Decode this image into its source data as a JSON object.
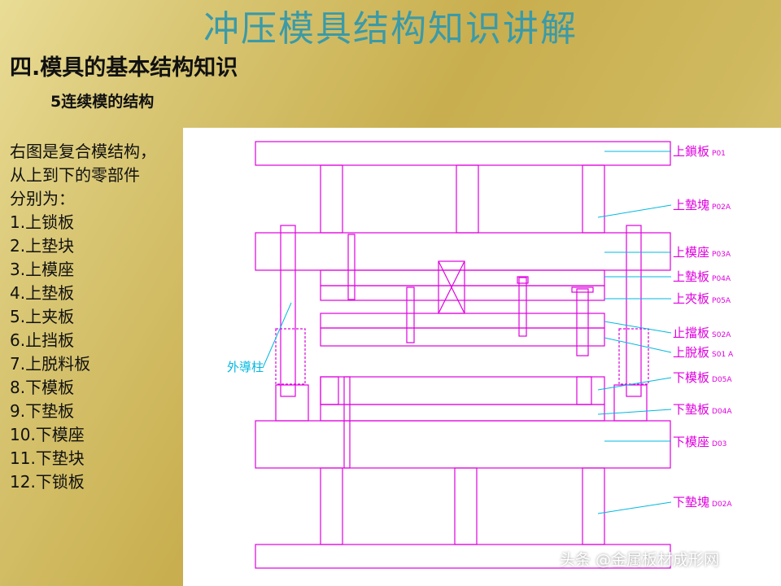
{
  "slide": {
    "title": "冲压模具结构知识讲解",
    "section_heading": "四.模具的基本结构知识",
    "subheading": "5连续模的结构"
  },
  "description": {
    "intro_lines": [
      "右图是复合模结构，",
      "从上到下的零部件",
      "分别为："
    ],
    "parts": [
      "1.上锁板",
      "2.上垫块",
      "3.上模座",
      "4.上垫板",
      "5.上夹板",
      "6.止挡板",
      "7.上脱料板",
      "8.下模板",
      "9.下垫板",
      "10.下模座",
      "11.下垫块",
      "12.下锁板"
    ]
  },
  "drawing": {
    "callouts": [
      {
        "label": "上鎖板",
        "code": "P01"
      },
      {
        "label": "上墊塊",
        "code": "P02A"
      },
      {
        "label": "上模座",
        "code": "P03A"
      },
      {
        "label": "上墊板",
        "code": "P04A"
      },
      {
        "label": "上夾板",
        "code": "P05A"
      },
      {
        "label": "止擋板",
        "code": "S02A"
      },
      {
        "label": "上脫板",
        "code": "S01 A"
      },
      {
        "label": "下模板",
        "code": "D05A"
      },
      {
        "label": "下墊板",
        "code": "D04A"
      },
      {
        "label": "下模座",
        "code": "D03"
      },
      {
        "label": "下墊塊",
        "code": "D02A"
      }
    ],
    "guide_post_label": "外導柱",
    "line_color": "#e000e0",
    "leader_color": "#00b8e0"
  },
  "watermark": "头条 @金属板材成形网"
}
